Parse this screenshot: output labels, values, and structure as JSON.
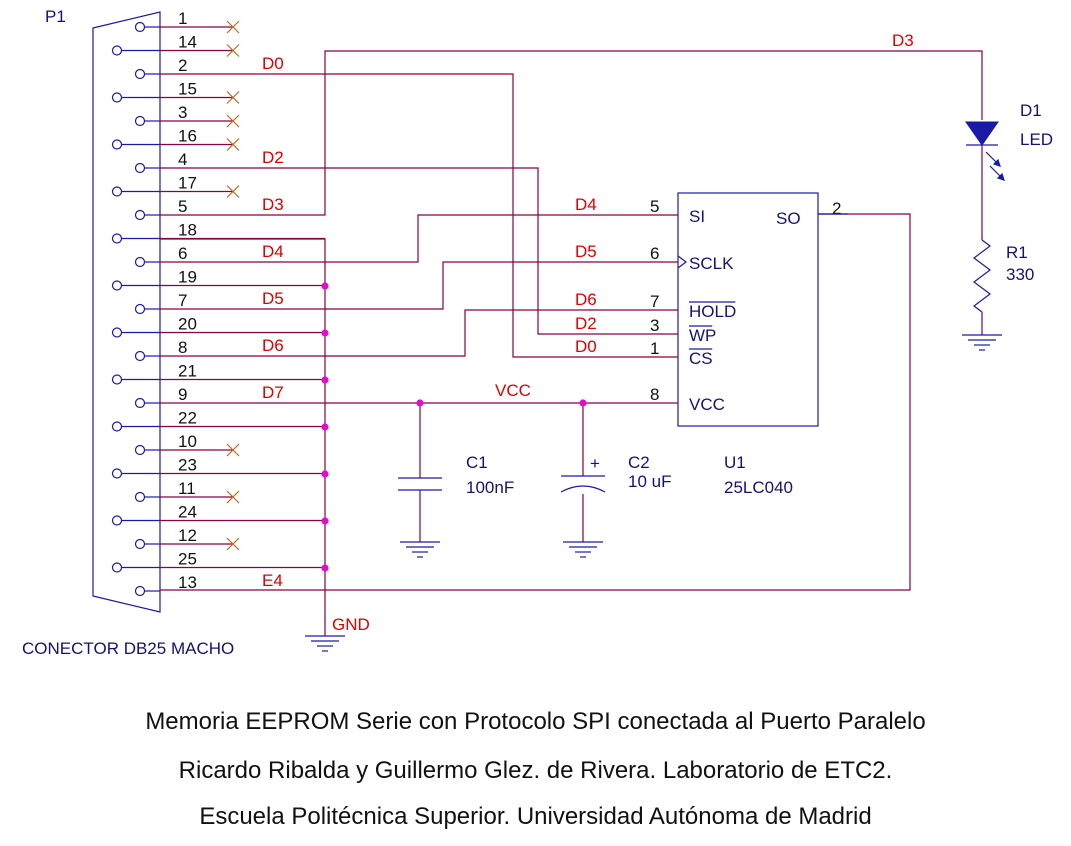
{
  "connector": {
    "ref": "P1",
    "description": "CONECTOR DB25 MACHO",
    "pins": [
      {
        "n": "1",
        "net": "",
        "nc": true
      },
      {
        "n": "14",
        "net": "",
        "nc": true
      },
      {
        "n": "2",
        "net": "D0",
        "nc": false
      },
      {
        "n": "15",
        "net": "",
        "nc": true
      },
      {
        "n": "3",
        "net": "",
        "nc": true
      },
      {
        "n": "16",
        "net": "",
        "nc": true
      },
      {
        "n": "4",
        "net": "D2",
        "nc": false
      },
      {
        "n": "17",
        "net": "",
        "nc": true
      },
      {
        "n": "5",
        "net": "D3",
        "nc": false
      },
      {
        "n": "18",
        "net": "",
        "nc": false
      },
      {
        "n": "6",
        "net": "D4",
        "nc": false
      },
      {
        "n": "19",
        "net": "",
        "nc": false
      },
      {
        "n": "7",
        "net": "D5",
        "nc": false
      },
      {
        "n": "20",
        "net": "",
        "nc": false
      },
      {
        "n": "8",
        "net": "D6",
        "nc": false
      },
      {
        "n": "21",
        "net": "",
        "nc": false
      },
      {
        "n": "9",
        "net": "D7",
        "nc": false
      },
      {
        "n": "22",
        "net": "",
        "nc": false
      },
      {
        "n": "10",
        "net": "",
        "nc": true
      },
      {
        "n": "23",
        "net": "",
        "nc": false
      },
      {
        "n": "11",
        "net": "",
        "nc": true
      },
      {
        "n": "24",
        "net": "",
        "nc": false
      },
      {
        "n": "12",
        "net": "",
        "nc": true
      },
      {
        "n": "25",
        "net": "",
        "nc": false
      },
      {
        "n": "13",
        "net": "E4",
        "nc": false
      }
    ]
  },
  "nets": {
    "d3_top": "D3",
    "vcc": "VCC",
    "gnd": "GND"
  },
  "ic": {
    "ref": "U1",
    "value": "25LC040",
    "pins": [
      {
        "num": "5",
        "name": "SI",
        "net": "D4",
        "overline": false
      },
      {
        "num": "6",
        "name": "SCLK",
        "net": "D5",
        "overline": false
      },
      {
        "num": "7",
        "name": "HOLD",
        "net": "D6",
        "overline": true
      },
      {
        "num": "3",
        "name": "WP",
        "net": "D2",
        "overline": true
      },
      {
        "num": "1",
        "name": "CS",
        "net": "D0",
        "overline": true
      },
      {
        "num": "8",
        "name": "VCC",
        "net": "",
        "overline": false
      }
    ],
    "out_pin": {
      "num": "2",
      "name": "SO"
    }
  },
  "c1": {
    "ref": "C1",
    "value": "100nF"
  },
  "c2": {
    "ref": "C2",
    "value": "10 uF",
    "polarity": "+"
  },
  "led": {
    "ref": "D1",
    "value": "LED"
  },
  "r1": {
    "ref": "R1",
    "value": "330"
  },
  "caption": {
    "line1": "Memoria EEPROM Serie con Protocolo SPI conectada al Puerto Paralelo",
    "line2": "Ricardo Ribalda y Guillermo Glez. de Rivera. Laboratorio de ETC2.",
    "line3": "Escuela Politécnica Superior. Universidad Autónoma de Madrid"
  },
  "colors": {
    "wire": "#8a0040",
    "net_label": "#e00000",
    "component": "#1a1aa8",
    "junction": "#e010c8",
    "no_connect": "#c06a1a"
  }
}
